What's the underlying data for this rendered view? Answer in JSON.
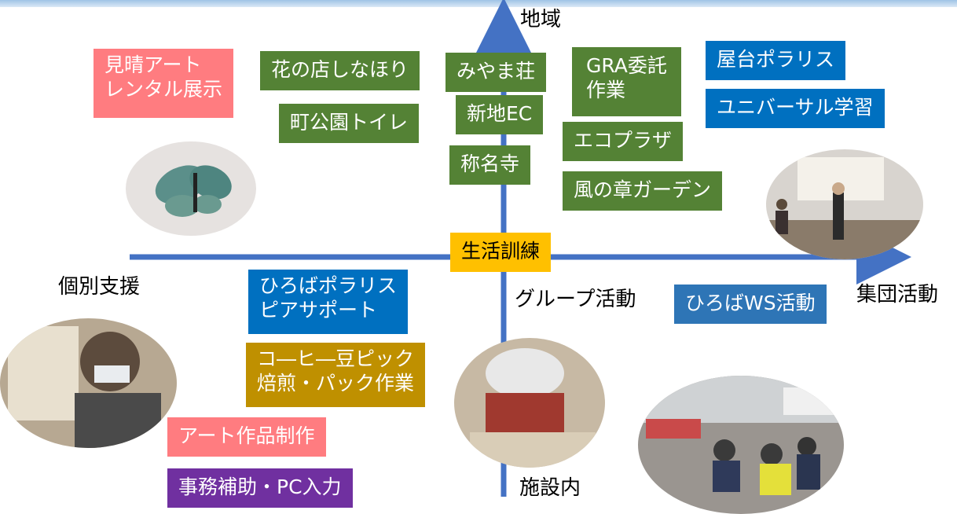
{
  "axes": {
    "top": "地域",
    "bottom": "施設内",
    "left": "個別支援",
    "right": "集団活動",
    "center_below": "グループ活動",
    "center": "生活訓練"
  },
  "boxes": {
    "miharashi": "見晴アート\nレンタル展示",
    "hananomise": "花の店しなほり",
    "koen_toilet": "町公園トイレ",
    "miyamaso": "みやま荘",
    "shinchi_ec": "新地EC",
    "shomyoji": "称名寺",
    "gra": "GRA委託\n作業",
    "ecoplaza": "エコプラザ",
    "kaze": "風の章ガーデン",
    "yatai": "屋台ポラリス",
    "universal": "ユニバーサル学習",
    "hiroba_polaris": "ひろばポラリス\nピアサポート",
    "coffee": "コ―ヒ―豆ピック\n焙煎・パック作業",
    "art": "アート作品制作",
    "jimu": "事務補助・PC入力",
    "hiroba_ws": "ひろばWS活動"
  },
  "colors": {
    "green": "#548235",
    "blue": "#0070c0",
    "pink": "#ff7c80",
    "gold": "#bf9000",
    "purple": "#7030a0",
    "yellow": "#ffc000",
    "axis": "#4472c4"
  },
  "photos": [
    "butterfly-artwork-photo",
    "presentation-photo",
    "painting-person-photo",
    "helmet-work-photo",
    "outdoor-group-photo"
  ]
}
